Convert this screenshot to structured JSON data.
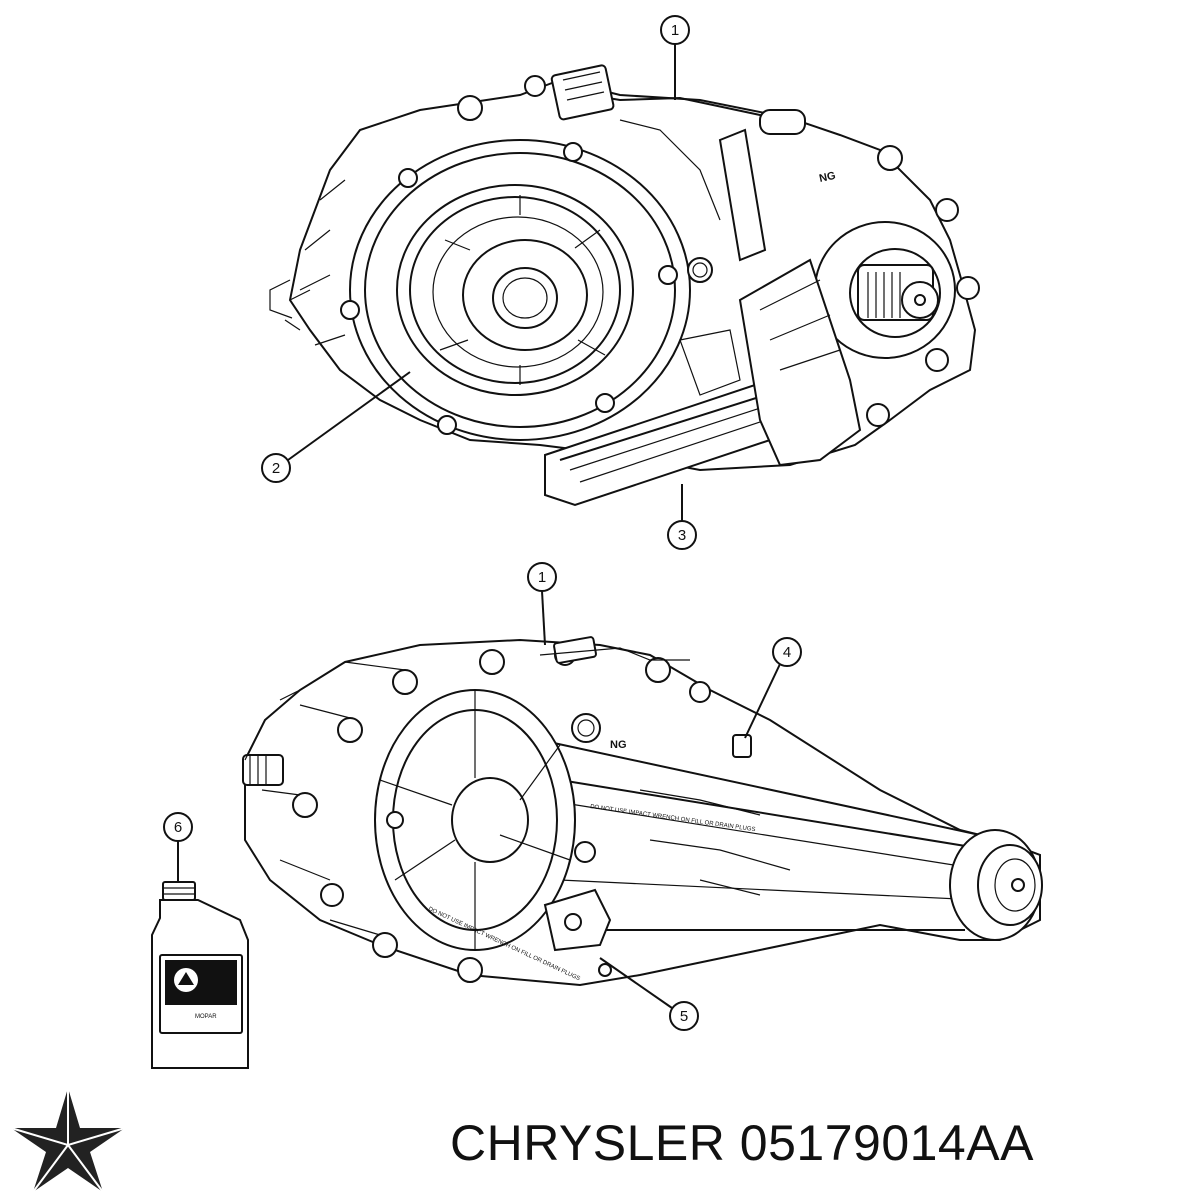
{
  "diagram": {
    "callouts": [
      {
        "id": "c1-top",
        "label": "1"
      },
      {
        "id": "c2",
        "label": "2"
      },
      {
        "id": "c3",
        "label": "3"
      },
      {
        "id": "c1-bottom",
        "label": "1"
      },
      {
        "id": "c4",
        "label": "4"
      },
      {
        "id": "c5",
        "label": "5"
      },
      {
        "id": "c6",
        "label": "6"
      }
    ],
    "casing_text_top": "DO NOT USE IMPACT WRENCH ON FILL OR DRAIN PLUGS",
    "casing_text_bottom": "DO NOT USE IMPACT WRENCH ON FILL OR DRAIN PLUGS",
    "badge_text": "NG",
    "badge_text_top": "NG",
    "bottle_label": "MOPAR"
  },
  "caption": {
    "text": "CHRYSLER 05179014AA"
  },
  "logo": {
    "icon": "pentastar-icon"
  }
}
